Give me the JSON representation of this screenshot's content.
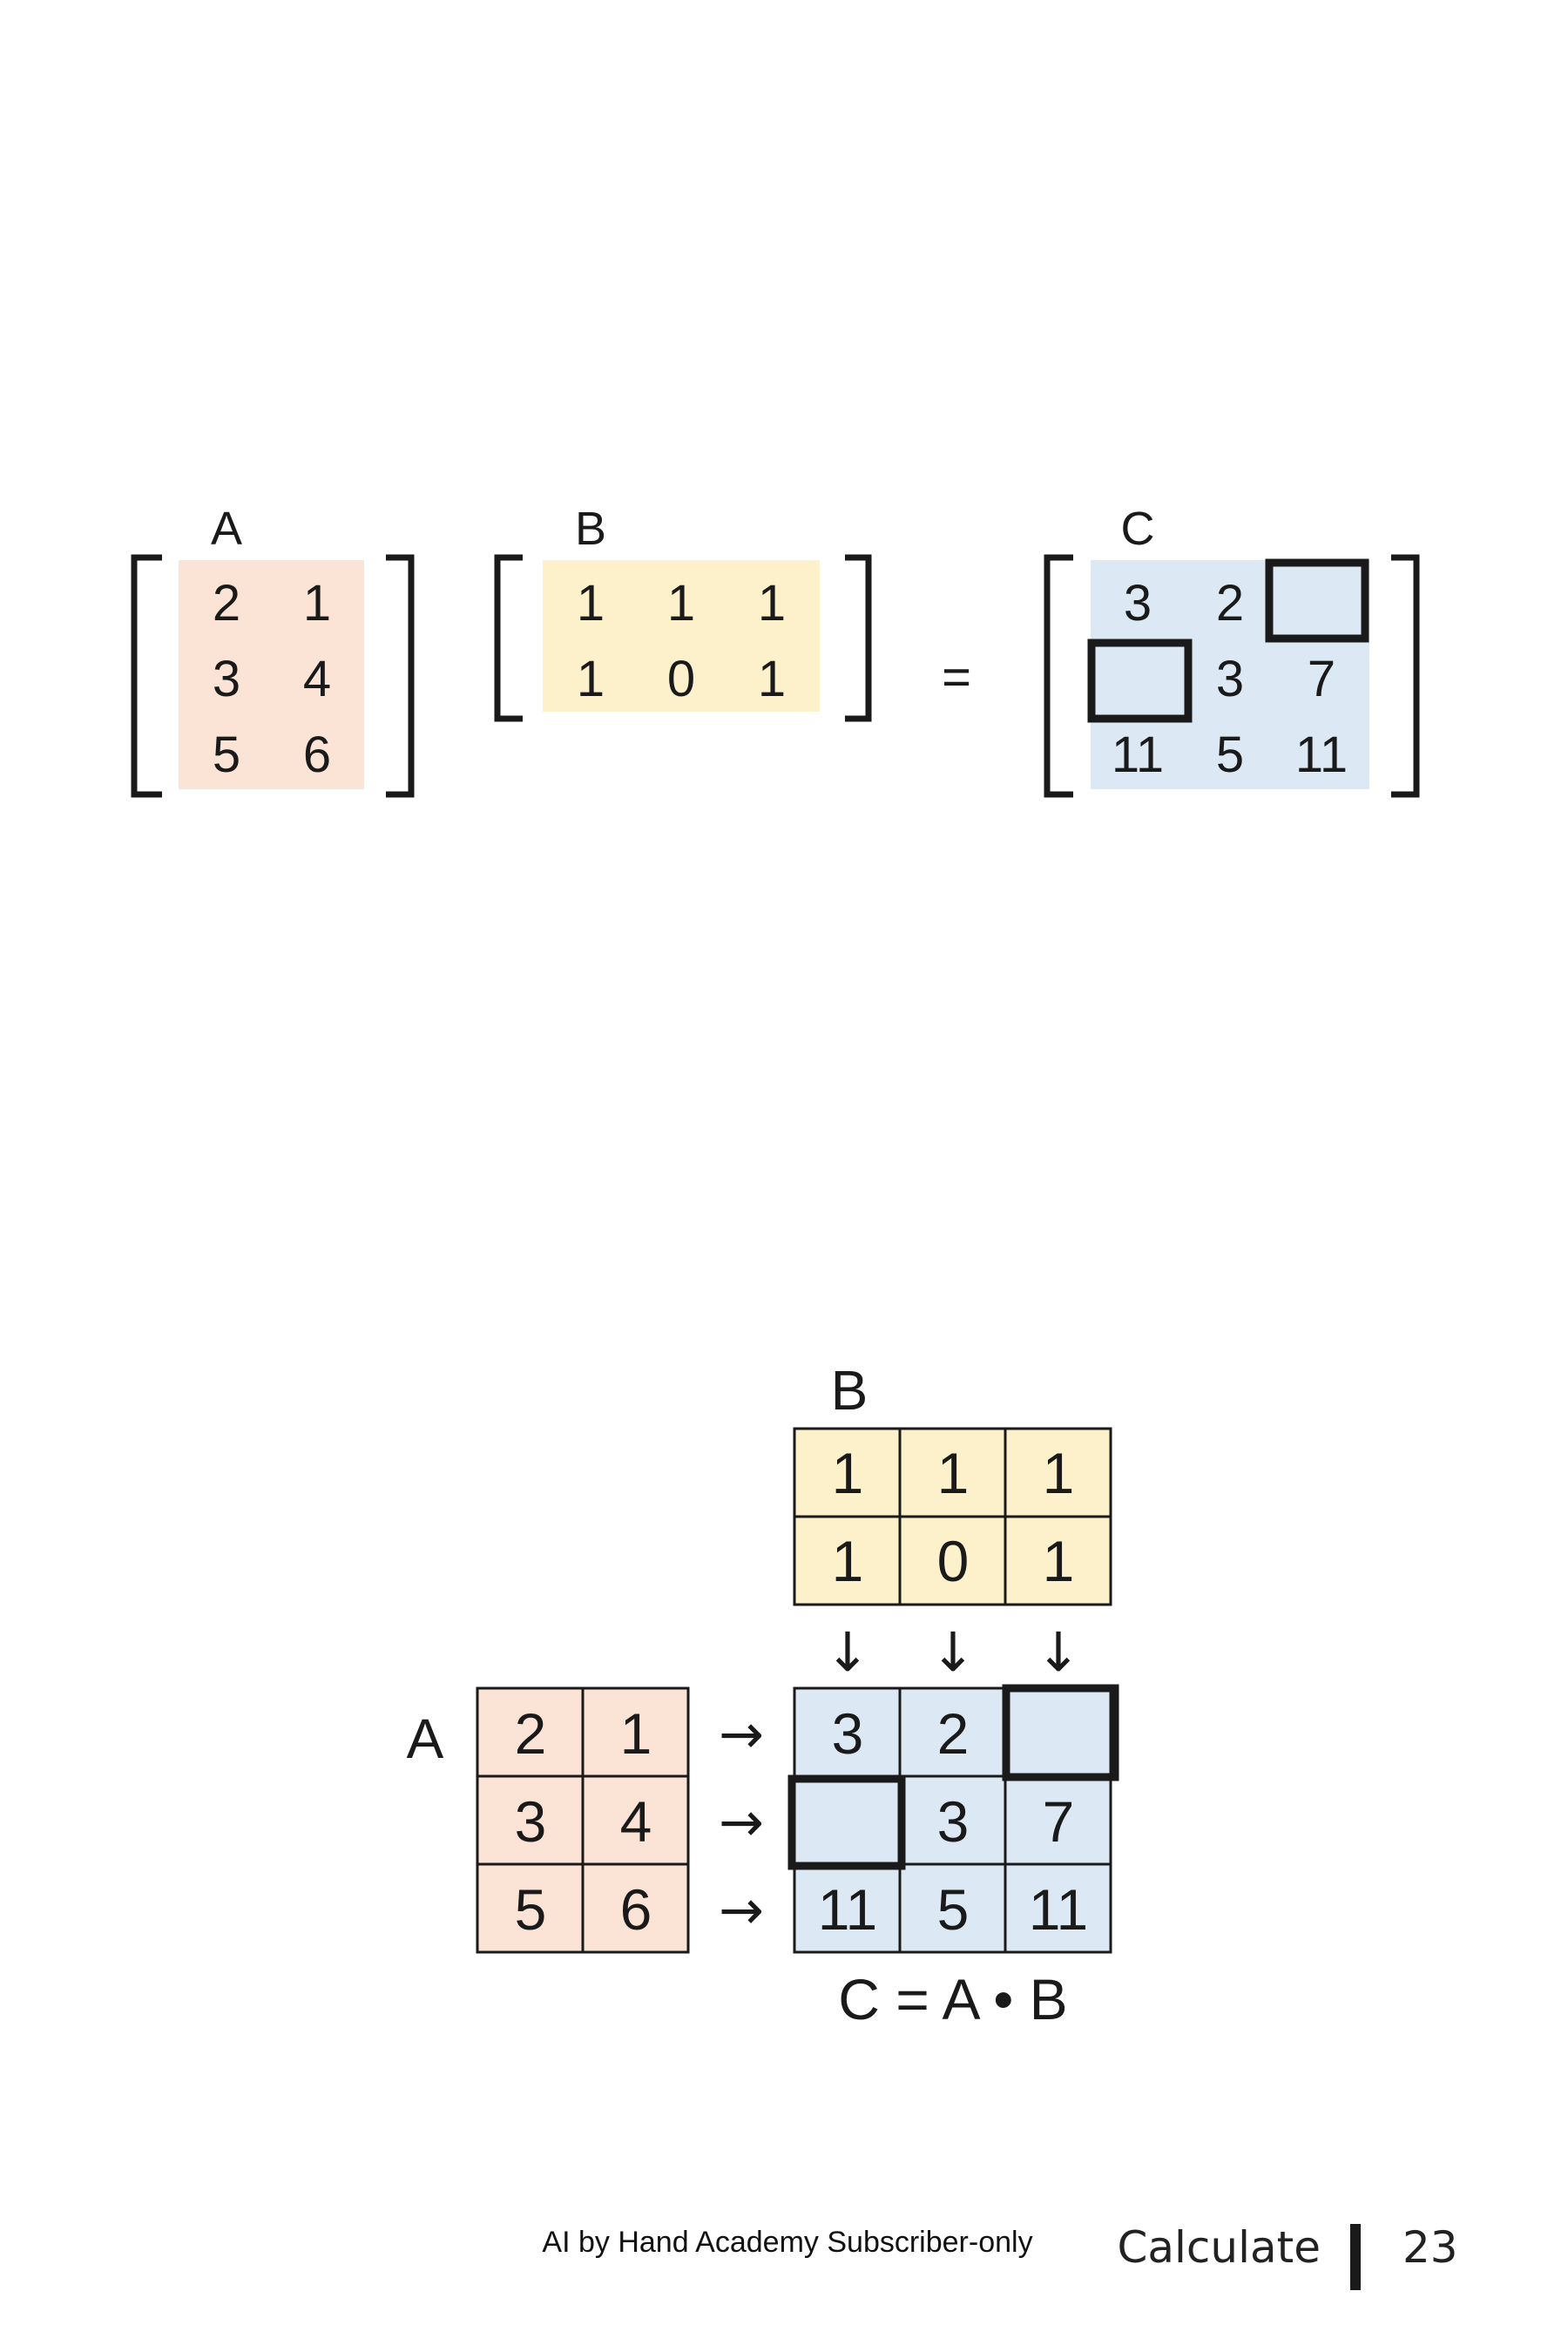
{
  "colors": {
    "matrix_a_fill": "#fbe3d6",
    "matrix_b_fill": "#fdf1cc",
    "matrix_c_fill": "#dce9f5",
    "ink": "#1a1a1a"
  },
  "equation": {
    "a_label": "A",
    "b_label": "B",
    "c_label": "C",
    "equals": "=",
    "a_rows": [
      [
        "2",
        "1"
      ],
      [
        "3",
        "4"
      ],
      [
        "5",
        "6"
      ]
    ],
    "b_rows": [
      [
        "1",
        "1",
        "1"
      ],
      [
        "1",
        "0",
        "1"
      ]
    ],
    "c_rows": [
      [
        "3",
        "2",
        ""
      ],
      [
        "",
        "3",
        "7"
      ],
      [
        "11",
        "5",
        "11"
      ]
    ],
    "c_blank_cells": [
      "0,2",
      "1,0"
    ]
  },
  "grid": {
    "a_label": "A",
    "b_label": "B",
    "a_rows": [
      [
        "2",
        "1"
      ],
      [
        "3",
        "4"
      ],
      [
        "5",
        "6"
      ]
    ],
    "b_rows": [
      [
        "1",
        "1",
        "1"
      ],
      [
        "1",
        "0",
        "1"
      ]
    ],
    "c_rows": [
      [
        "3",
        "2",
        ""
      ],
      [
        "",
        "3",
        "7"
      ],
      [
        "11",
        "5",
        "11"
      ]
    ],
    "down_arrow": "↓",
    "right_arrow": "→",
    "formula": "C = A • B"
  },
  "footer": {
    "subscriber_note": "AI by Hand Academy Subscriber-only",
    "section": "Calculate",
    "page_number": "23"
  }
}
